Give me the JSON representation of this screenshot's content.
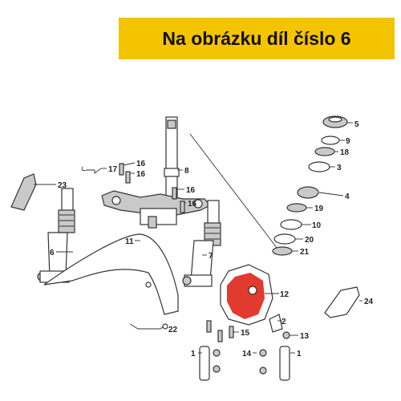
{
  "banner": {
    "text": "Na obrázku díl číslo 6",
    "color": "#f5c400"
  },
  "callouts": [
    "1",
    "1",
    "2",
    "3",
    "4",
    "5",
    "6",
    "7",
    "8",
    "9",
    "10",
    "11",
    "12",
    "13",
    "14",
    "15",
    "16",
    "16",
    "16",
    "16",
    "17",
    "18",
    "19",
    "20",
    "21",
    "22",
    "23",
    "24"
  ],
  "colors": {
    "highlight": "#e23a2e",
    "line": "#333333"
  }
}
